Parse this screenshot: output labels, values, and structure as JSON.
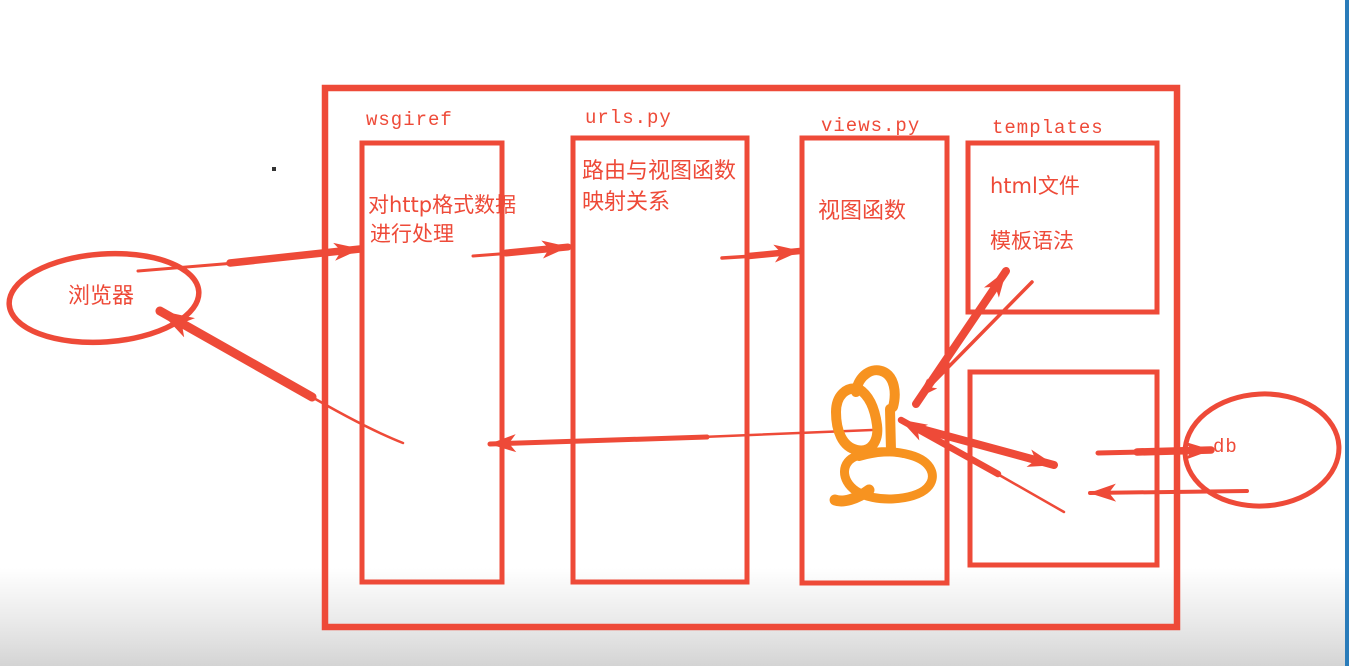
{
  "canvas": {
    "background": "#ffffff",
    "ink_red": "#ee4a38",
    "doodle_orange": "#f79320",
    "window_edge_blue": "#2a7cba",
    "bottom_fade_gray": "#d8d8d8"
  },
  "nodes": {
    "browser": {
      "label": "浏览器"
    },
    "wsgiref": {
      "title": "wsgiref",
      "body_line1": "对http格式数据",
      "body_line2": "进行处理"
    },
    "urls": {
      "title": "urls.py",
      "body_line1": "路由与视图函数",
      "body_line2": "映射关系"
    },
    "views": {
      "title": "views.py",
      "body": "视图函数"
    },
    "templates": {
      "title": "templates",
      "body_line1": "html文件",
      "body_line2": "模板语法"
    },
    "db": {
      "label": "db"
    }
  }
}
